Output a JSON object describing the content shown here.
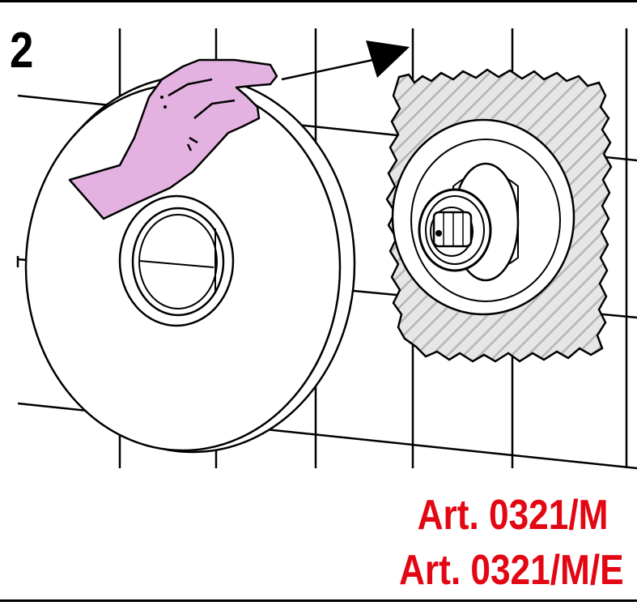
{
  "step": {
    "number": "2"
  },
  "articles": [
    "Art. 0321/M",
    "Art. 0321/M/E"
  ],
  "colors": {
    "article_text": "#e30613",
    "hand_fill": "#e3b2e0",
    "line": "#000000",
    "plaster_hatch": "#bdbdbd"
  },
  "illustration": {
    "icons": [
      "wall-tile-grid",
      "cover-plate",
      "hand-icon",
      "direction-arrow-icon",
      "plaster-cutout",
      "valve-cartridge"
    ]
  }
}
